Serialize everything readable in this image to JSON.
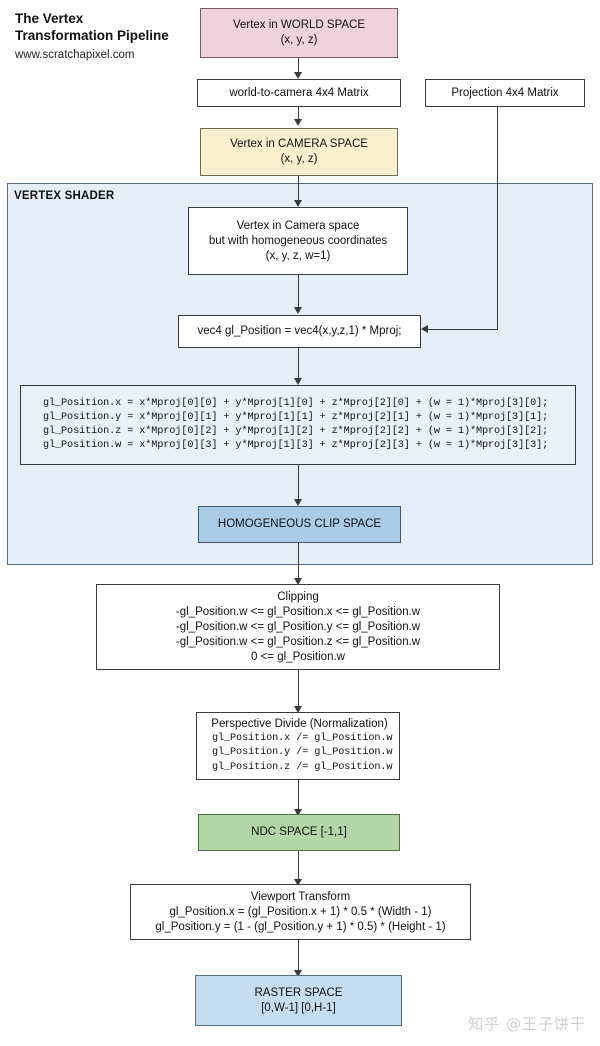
{
  "title": {
    "heading": "The Vertex Transformation Pipeline",
    "site": "www.scratchapixel.com"
  },
  "nodes": {
    "world_space": {
      "line1": "Vertex in WORLD SPACE",
      "line2": "(x, y, z)",
      "color": "#eed3dd"
    },
    "world_to_camera": {
      "label": "world-to-camera 4x4 Matrix",
      "color": "#ffffff"
    },
    "camera_space": {
      "line1": "Vertex in CAMERA SPACE",
      "line2": "(x, y, z)",
      "color": "#fbf0cd"
    },
    "projection_matrix": {
      "label": "Projection 4x4 Matrix",
      "color": "#ffffff"
    },
    "shader_panel": {
      "label": "VERTEX SHADER",
      "color": "#e6eefa"
    },
    "homogeneous_vertex": {
      "line1": "Vertex in Camera space",
      "line2": "but with homogeneous coordinates",
      "line3": "(x, y, z, w=1)",
      "color": "#ffffff"
    },
    "glposition_assign": {
      "label": "vec4 gl_Position = vec4(x,y,z,1) * Mproj;",
      "color": "#ffffff"
    },
    "glposition_code": {
      "color": "#eaf0f9",
      "lines": [
        "gl_Position.x = x*Mproj[0][0] + y*Mproj[1][0] + z*Mproj[2][0] + (w = 1)*Mproj[3][0];",
        "gl_Position.y = x*Mproj[0][1] + y*Mproj[1][1] + z*Mproj[2][1] + (w = 1)*Mproj[3][1];",
        "gl_Position.z = x*Mproj[0][2] + y*Mproj[1][2] + z*Mproj[2][2] + (w = 1)*Mproj[3][2];",
        "gl_Position.w = x*Mproj[0][3] + y*Mproj[1][3] + z*Mproj[2][3] + (w = 1)*Mproj[3][3];"
      ]
    },
    "clip_space": {
      "label": "HOMOGENEOUS CLIP SPACE",
      "color": "#a9cbe6"
    },
    "clipping": {
      "title": "Clipping",
      "line1": "-gl_Position.w  <= gl_Position.x <= gl_Position.w",
      "line2": "-gl_Position.w  <= gl_Position.y <= gl_Position.w",
      "line3": "-gl_Position.w  <= gl_Position.z <= gl_Position.w",
      "line4": "0 <= gl_Position.w",
      "color": "#ffffff"
    },
    "perspective_divide": {
      "title": "Perspective Divide (Normalization)",
      "lines": [
        "gl_Position.x /= gl_Position.w",
        "gl_Position.y /= gl_Position.w",
        "gl_Position.z /= gl_Position.w"
      ],
      "color": "#ffffff"
    },
    "ndc_space": {
      "label": "NDC SPACE [-1,1]",
      "color": "#b2d6a5"
    },
    "viewport_transform": {
      "title": "Viewport Transform",
      "line1": "gl_Position.x = (gl_Position.x + 1) * 0.5 * (Width - 1)",
      "line2": "gl_Position.y = (1 - (gl_Position.y + 1) * 0.5) * (Height - 1)",
      "color": "#ffffff"
    },
    "raster_space": {
      "line1": "RASTER SPACE",
      "line2": "[0,W-1] [0,H-1]",
      "color": "#c6dcef"
    }
  },
  "watermark": {
    "text": "知乎 @王子饼干"
  }
}
